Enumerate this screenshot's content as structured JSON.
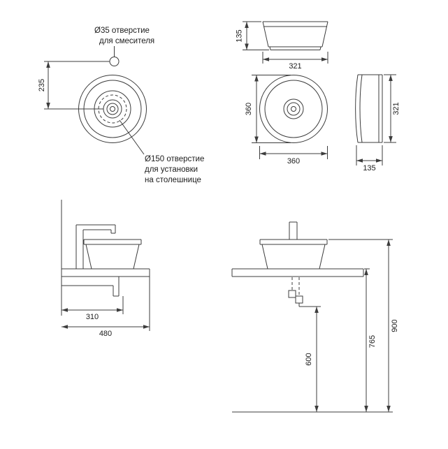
{
  "drawing": {
    "notes": {
      "mixer_hole": [
        "Ø35 отверстие",
        "для смесителя"
      ],
      "mount_hole": [
        "Ø150 отверстие",
        "для установки",
        "на столешнице"
      ]
    },
    "dimensions": {
      "mixer_offset": "235",
      "front_height": "135",
      "front_width": "321",
      "plan_depth": "360",
      "plan_width": "360",
      "side_height": "321",
      "side_depth": "135",
      "bracket_depth": "310",
      "counter_depth": "480",
      "supply_height": "600",
      "counter_height": "765",
      "overall_height": "900"
    },
    "colors": {
      "line": "#3c3c3c",
      "text": "#1c1c1c",
      "background": "#ffffff"
    }
  }
}
